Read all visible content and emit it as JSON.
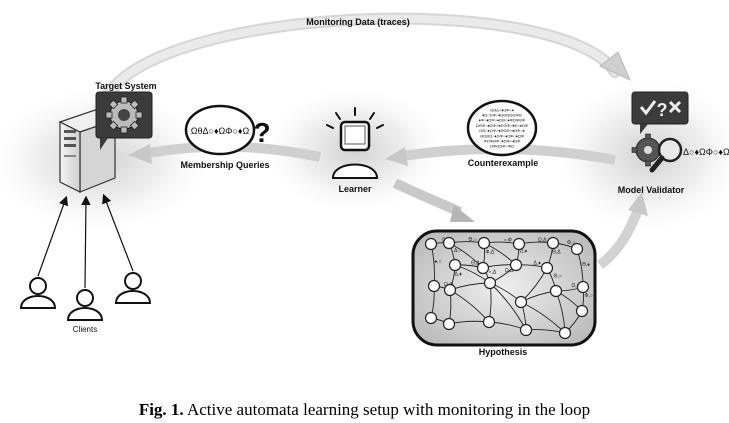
{
  "labels": {
    "monitoring": "Monitoring Data (traces)",
    "target_system": "Target System",
    "membership_queries": "Membership Queries",
    "learner": "Learner",
    "counterexample": "Counterexample",
    "model_validator": "Model Validator",
    "hypothesis": "Hypothesis",
    "clients": "Clients"
  },
  "symbols": {
    "query_bubble": "ΩθΔ○♦ΩΦ○♦Ω",
    "query_mark": "?",
    "validator_bubble_mark": "?",
    "validator_trace": "Δ○♦ΩΦ○♦Ω",
    "counterexample_lines": [
      "ΩΘΔ○♦ΩΦ○♦",
      "♦Ω○ΩΦ○♦ΩΘΩΘΩΦΘ",
      "♦Φ○♦ΩΦ○♦ΩΘ○♦ΦΩΦΘΦ",
      "ΩΘΦ○♦ΩΦ○♦ΦΘΦ○♦Φ○♦ΩΦ",
      "ΩΘ○♦ΩΦ○♦ΦΩΦ○♦ΩΦ○♦",
      "ΘΩΘΩ○♦ΩΦ○♦ΩΦ○♦ΩΦ",
      "ΦΩΦΘΦ○♦ΩΦ○♦ΩΦ",
      "ΩΦΘΩΦ○ΦΩ"
    ],
    "edge_labels": [
      "Ω,Δ,♦",
      "Θ,○",
      "○,Φ",
      "Ω,Δ",
      "Φ,○",
      "♦,○",
      "Δ,○",
      "Φ,Δ",
      "Ω,♦",
      "Θ,Δ",
      "Θ,♦",
      "Ω,Φ",
      "Δ,♦",
      "Θ,Δ,♦",
      "○,Δ",
      "Ω,Δ",
      "Δ,♦",
      "Θ,○",
      "Ω,♦",
      "Φ,○"
    ]
  },
  "caption": {
    "fig": "Fig. 1.",
    "text": "Active automata learning setup with monitoring in the loop"
  }
}
